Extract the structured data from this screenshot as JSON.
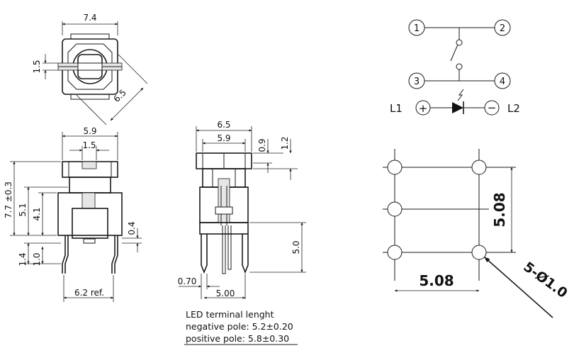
{
  "top_view": {
    "width": "7.4",
    "slot": "1.5",
    "diagonal": "6.5"
  },
  "front_view": {
    "width": "5.9",
    "inner": "1.5",
    "height_total": "7.7 ±0.3",
    "h1": "5.1",
    "h2": "4.1",
    "gap": "0.4",
    "lead": "1.4",
    "lead2": "1.0",
    "pitch_ref": "6.2 ref."
  },
  "side_view": {
    "outer": "6.5",
    "inner": "5.9",
    "d1": "0.9",
    "d2": "1.2",
    "pin_len": "5.0",
    "pin_w": "0.70",
    "pin_gap": "5.00"
  },
  "led_note": {
    "line1": "LED terminal lenght",
    "line2": "negative pole: 5.2±0.20",
    "line3": "positive pole: 5.8±0.30"
  },
  "schematic": {
    "pin1": "1",
    "pin2": "2",
    "pin3": "3",
    "pin4": "4",
    "l1": "L1",
    "l2": "L2",
    "plus": "+",
    "minus": "−"
  },
  "footprint": {
    "h_dim": "5.08",
    "v_dim": "5.08",
    "holes": "5-Ø1.0"
  }
}
